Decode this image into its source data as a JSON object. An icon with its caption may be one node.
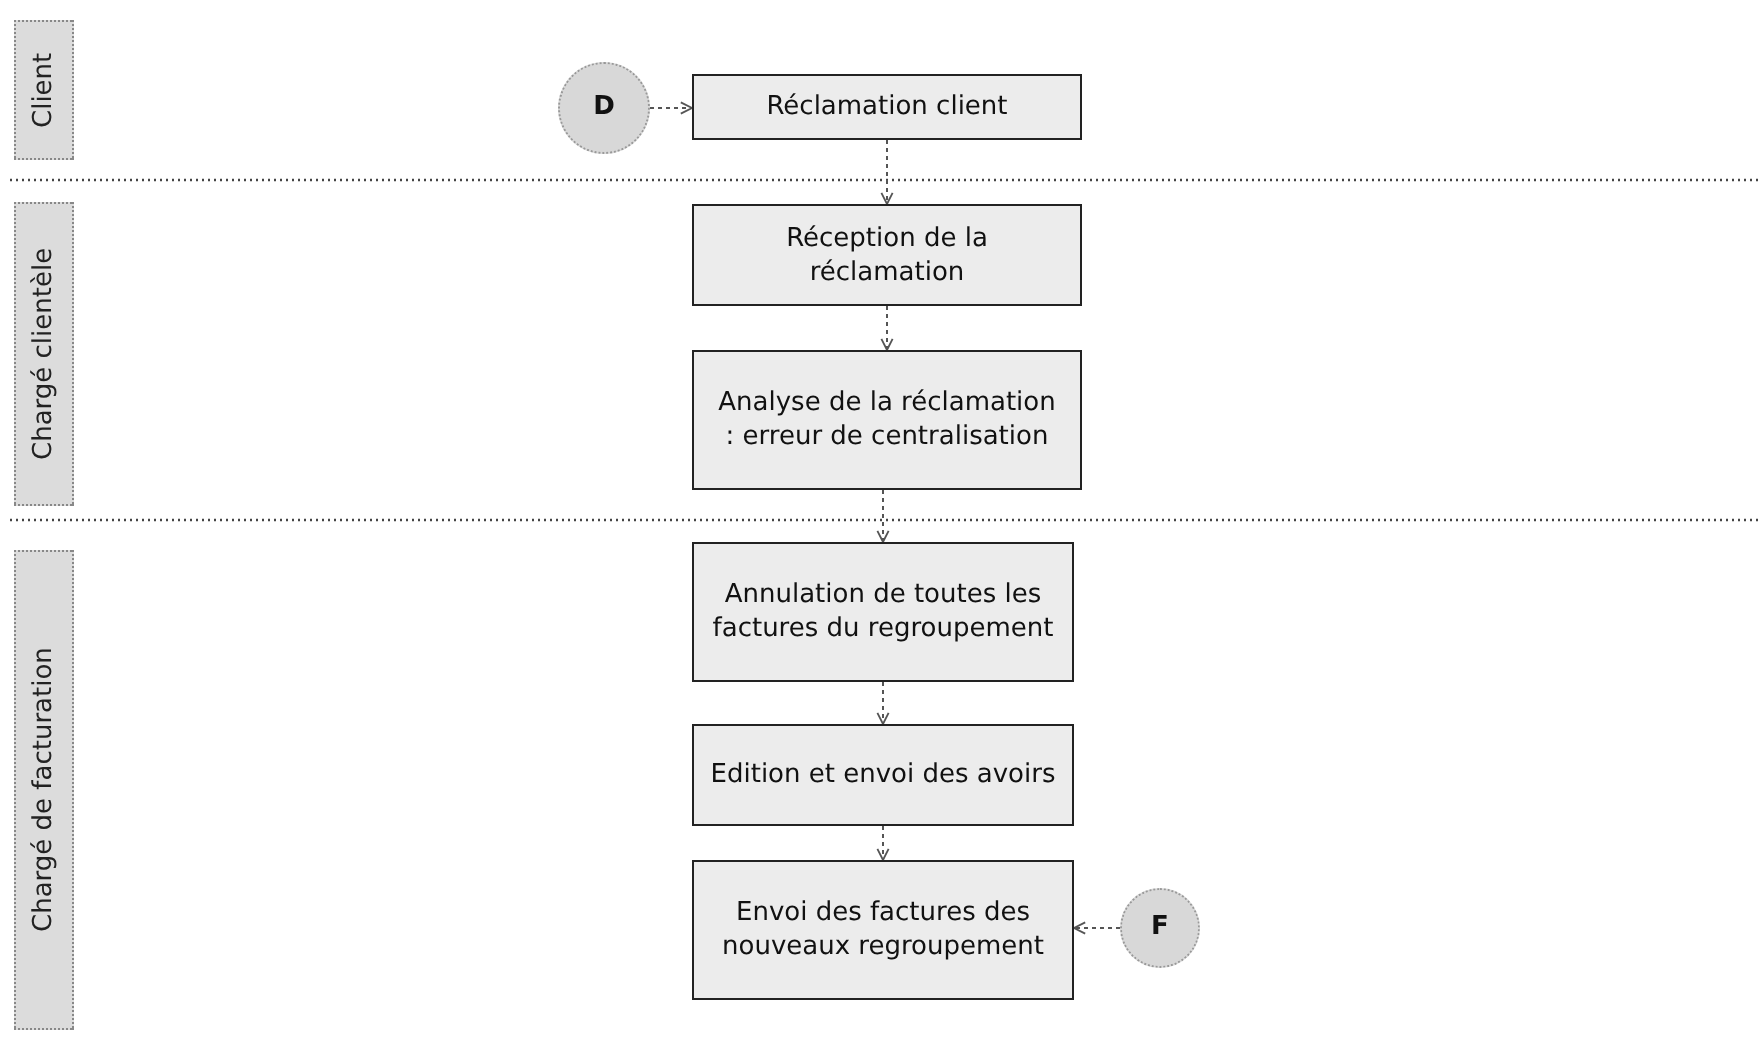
{
  "diagram": {
    "nodes": [
      {
        "text": [
          "Client"
        ]
      },
      {
        "text": [
          "Chargé clientèle"
        ]
      },
      {
        "text": [
          "Chargé de facturation"
        ]
      },
      {
        "text": [
          "D"
        ]
      },
      {
        "text": [
          "Réclamation client"
        ]
      },
      {
        "text": [
          "Réception de la réclamation"
        ]
      },
      {
        "text": [
          "Analyse de la réclamation : erreur de centralisation"
        ]
      },
      {
        "text": [
          "Annulation de toutes les factures du regroupement"
        ]
      },
      {
        "text": [
          "Edition et envoi des avoirs"
        ]
      },
      {
        "text": [
          "Envoi des factures des nouveaux regroupement"
        ]
      },
      {
        "text": [
          "F"
        ]
      }
    ],
    "edges": [
      {
        "from": 3,
        "to": 4,
        "arrow": "to"
      },
      {
        "from": 4,
        "to": 5,
        "arrow": "to"
      },
      {
        "from": 5,
        "to": 6,
        "arrow": "to"
      },
      {
        "from": 6,
        "to": 7,
        "arrow": "to"
      },
      {
        "from": 7,
        "to": 8,
        "arrow": "to"
      },
      {
        "from": 8,
        "to": 9,
        "arrow": "to"
      },
      {
        "from": 10,
        "to": 9,
        "arrow": "to"
      }
    ]
  }
}
